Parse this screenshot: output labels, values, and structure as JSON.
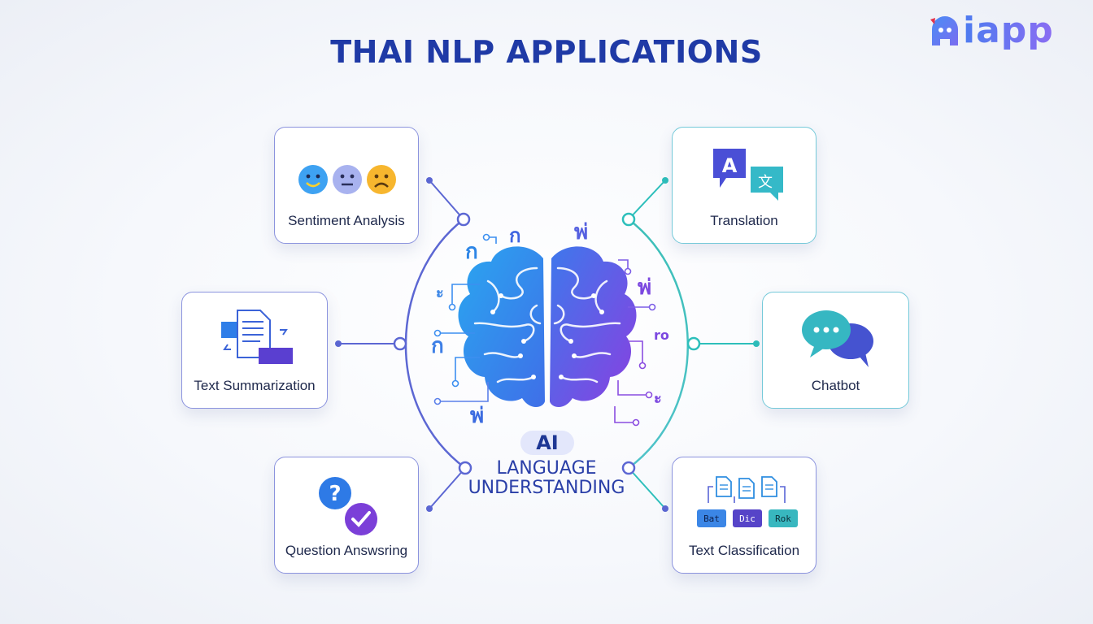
{
  "title": "THAI NLP APPLICATIONS",
  "logo": {
    "text": "iapp"
  },
  "center": {
    "badge": "AI",
    "line1": "LANGUAGE",
    "line2": "UNDERSTANDING",
    "thai_glyphs": [
      "ก",
      "ก",
      "พ่",
      "ะ",
      "พ่",
      "ro",
      "ก",
      "พ่",
      "ะ"
    ]
  },
  "applications": [
    {
      "label": "Sentiment Analysis",
      "icon": "emoji-faces-icon",
      "side": "left"
    },
    {
      "label": "Text Summarization",
      "icon": "document-summary-icon",
      "side": "left"
    },
    {
      "label": "Question Answsring",
      "icon": "question-check-icon",
      "side": "left"
    },
    {
      "label": "Translation",
      "icon": "translate-bubbles-icon",
      "side": "right"
    },
    {
      "label": "Chatbot",
      "icon": "chat-bubbles-icon",
      "side": "right"
    },
    {
      "label": "Text Classification",
      "icon": "doc-classes-icon",
      "side": "right"
    }
  ],
  "classification_tags": [
    "Bat",
    "Dic",
    "Rok"
  ],
  "translation_glyphs": {
    "source": "A",
    "target": "文"
  },
  "colors": {
    "title": "#1f3aa6",
    "left_accent": "#5867d6",
    "right_accent": "#2cc3c0",
    "card_border": "#8b93de"
  }
}
